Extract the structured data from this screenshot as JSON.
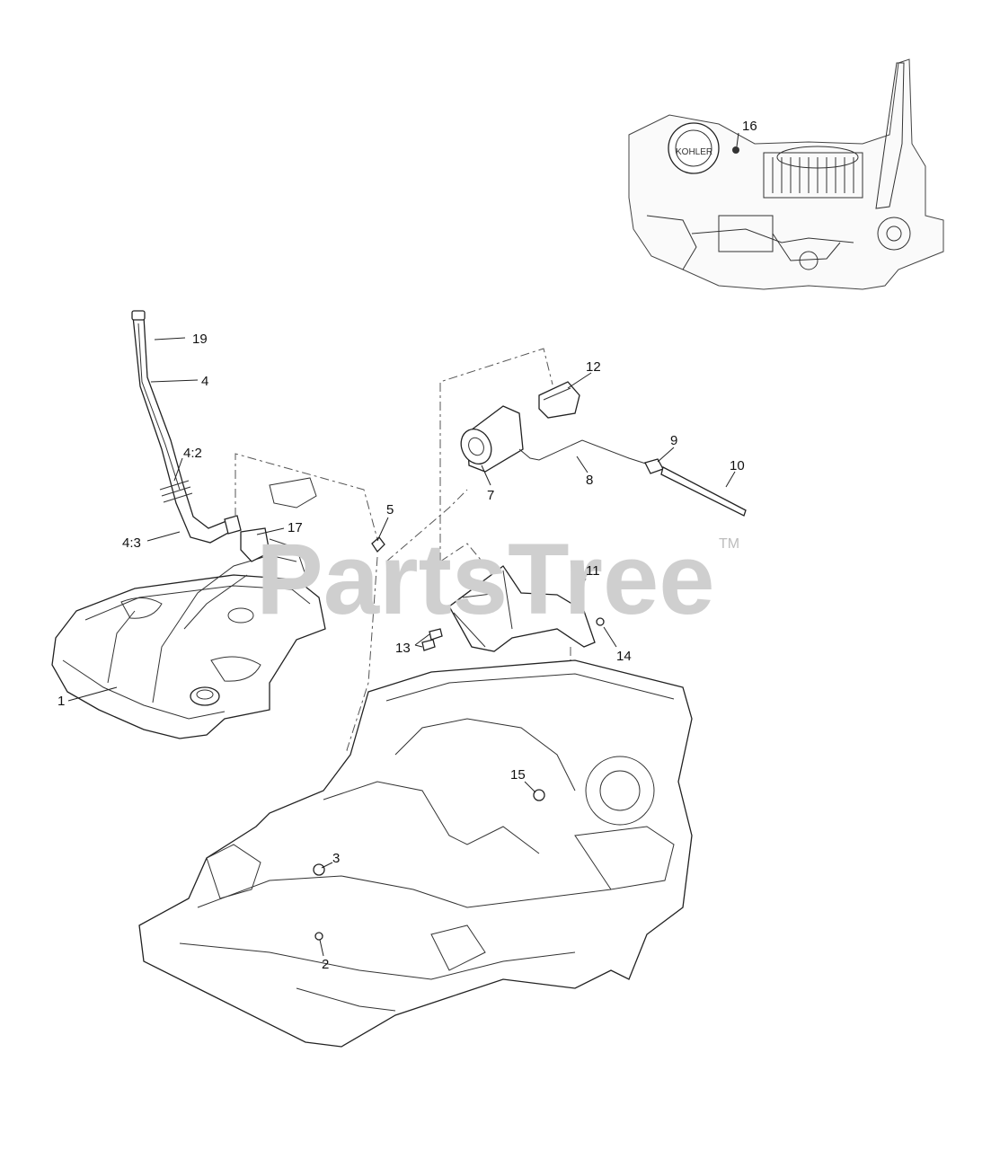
{
  "watermark": {
    "text": "PartsTree",
    "trademark": "TM"
  },
  "callouts": [
    {
      "id": "c16",
      "label": "16"
    },
    {
      "id": "c19",
      "label": "19"
    },
    {
      "id": "c4",
      "label": "4"
    },
    {
      "id": "c4_2",
      "label": "4:2"
    },
    {
      "id": "c4_3",
      "label": "4:3"
    },
    {
      "id": "c17",
      "label": "17"
    },
    {
      "id": "c5",
      "label": "5"
    },
    {
      "id": "c1",
      "label": "1"
    },
    {
      "id": "c12",
      "label": "12"
    },
    {
      "id": "c7",
      "label": "7"
    },
    {
      "id": "c8",
      "label": "8"
    },
    {
      "id": "c9",
      "label": "9"
    },
    {
      "id": "c10",
      "label": "10"
    },
    {
      "id": "c11",
      "label": "11"
    },
    {
      "id": "c13",
      "label": "13"
    },
    {
      "id": "c14",
      "label": "14"
    },
    {
      "id": "c15",
      "label": "15"
    },
    {
      "id": "c3",
      "label": "3"
    },
    {
      "id": "c2",
      "label": "2"
    }
  ],
  "engine_brand": "KOHLER"
}
